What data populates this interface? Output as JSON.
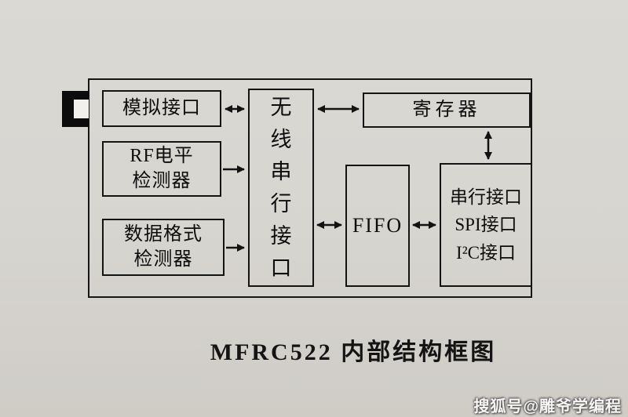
{
  "caption": "MFRC522 内部结构框图",
  "watermark": "搜狐号@雕爷学编程",
  "blocks": {
    "analog_interface": {
      "label": "模拟接口"
    },
    "rf_level_detector": {
      "line1": "RF电平",
      "line2": "检测器"
    },
    "data_format_detector": {
      "line1": "数据格式",
      "line2": "检测器"
    },
    "wireless_serial_interface": {
      "label": "无线串行接口"
    },
    "fifo": {
      "label": "FIFO"
    },
    "register": {
      "label": "寄存器"
    },
    "host_interface": {
      "line1": "串行接口",
      "line2": "SPI接口",
      "line3": "I²C接口"
    }
  },
  "colors": {
    "line": "#161616",
    "paper": "#d7d5d0"
  }
}
